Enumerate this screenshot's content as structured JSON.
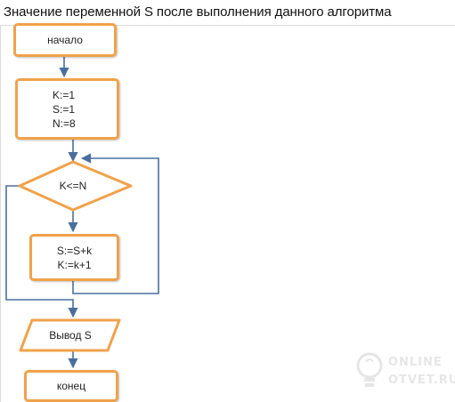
{
  "heading": "Значение переменной S после выполнения данного алгоритма",
  "flowchart": {
    "start": "начало",
    "init": [
      "K:=1",
      "S:=1",
      "N:=8"
    ],
    "condition": "K<=N",
    "body": [
      "S:=S+k",
      "K:=k+1"
    ],
    "output": "Вывод S",
    "end": "конец"
  },
  "watermark": {
    "line1": "ONLINE",
    "line2": "OTVET.RU"
  },
  "colors": {
    "shape_border": "#f0a24a",
    "connector": "#4a6f9e"
  }
}
